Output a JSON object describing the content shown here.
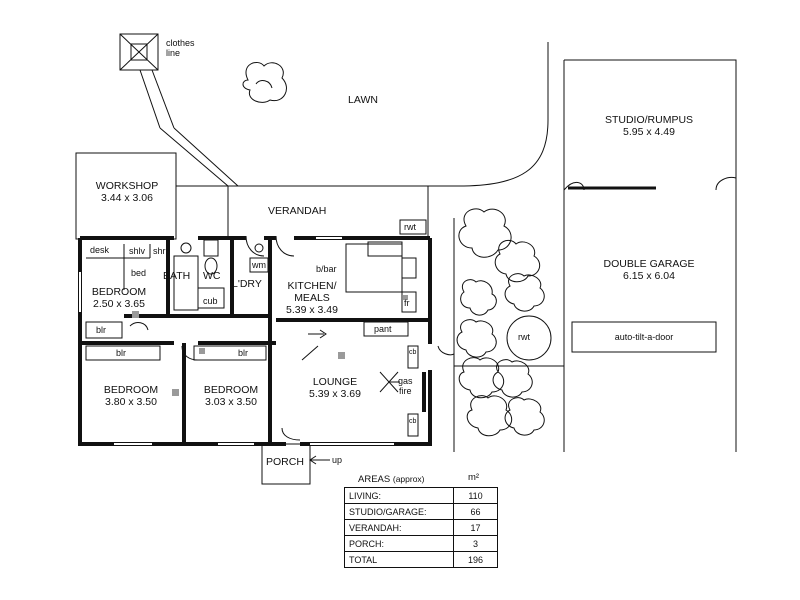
{
  "labels": {
    "clothes_line": "clothes line",
    "lawn": "LAWN",
    "workshop": {
      "name": "WORKSHOP",
      "dim": "3.44 x 3.06"
    },
    "verandah": "VERANDAH",
    "studio": {
      "name": "STUDIO/RUMPUS",
      "dim": "5.95 x 4.49"
    },
    "garage": {
      "name": "DOUBLE GARAGE",
      "dim": "6.15 x 6.04"
    },
    "garage_door": "auto-tilt-a-door",
    "rwt_top": "rwt",
    "rwt_yard": "rwt",
    "desk": "desk",
    "shlv": "shlv",
    "shr": "shr",
    "bed": "bed",
    "bath": "BATH",
    "wc": "WC",
    "ldry": "L'DRY",
    "wm": "wm",
    "cub": "cub",
    "bbar": "b/bar",
    "kitchen": {
      "name": "KITCHEN/",
      "name2": "MEALS",
      "dim": "5.39 x 3.49"
    },
    "fr": "fr",
    "pant": "pant",
    "bedroom1": {
      "name": "BEDROOM",
      "dim": "2.50 x 3.65"
    },
    "blr_b1": "blr",
    "blr_b2": "blr",
    "blr_b3": "blr",
    "bedroom2": {
      "name": "BEDROOM",
      "dim": "3.80 x 3.50"
    },
    "bedroom3": {
      "name": "BEDROOM",
      "dim": "3.03 x 3.50"
    },
    "lounge": {
      "name": "LOUNGE",
      "dim": "5.39 x 3.69"
    },
    "gas_fire": {
      "l1": "gas",
      "l2": "fire"
    },
    "cb1": "cb",
    "cb2": "cb",
    "porch": "PORCH",
    "up": "up"
  },
  "areas": {
    "title": "AREAS",
    "title_note": "(approx)",
    "unit": "m²",
    "rows": [
      {
        "label": "LIVING:",
        "value": "110"
      },
      {
        "label": "STUDIO/GARAGE:",
        "value": "66"
      },
      {
        "label": "VERANDAH:",
        "value": "17"
      },
      {
        "label": "PORCH:",
        "value": "3"
      },
      {
        "label": "TOTAL",
        "value": "196"
      }
    ]
  },
  "colors": {
    "line": "#111111",
    "fill_marker": "#9a9a9a",
    "background": "#ffffff"
  }
}
